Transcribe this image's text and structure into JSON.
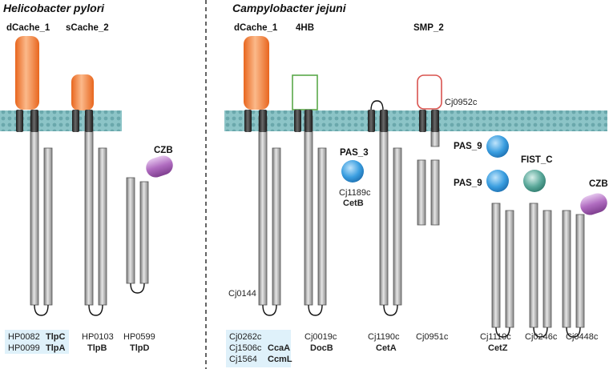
{
  "panels": {
    "left_title": "Helicobacter pylori",
    "right_title": "Campylobacter jejuni"
  },
  "domains": {
    "dcache1_left": "dCache_1",
    "scache2": "sCache_2",
    "czb_left": "CZB",
    "dcache1_right": "dCache_1",
    "fourhb": "4HB",
    "smp2": "SMP_2",
    "pas3": "PAS_3",
    "pas9_top": "PAS_9",
    "pas9_bottom": "PAS_9",
    "fistc": "FIST_C",
    "czb_right": "CZB"
  },
  "inline_labels": {
    "cj0952c": "Cj0952c",
    "cj1189c": "Cj1189c",
    "cetb": "CetB",
    "cj0144": "Cj0144"
  },
  "gene_labels": {
    "hp0082": "HP0082",
    "tlpc": "TlpC",
    "hp0099": "HP0099",
    "tlpa": "TlpA",
    "hp0103": "HP0103",
    "tlpb": "TlpB",
    "hp0599": "HP0599",
    "tlpd": "TlpD",
    "cj0262c": "Cj0262c",
    "cj1506c": "Cj1506c",
    "ccaa": "CcaA",
    "cj1564": "Cj1564",
    "ccml": "CcmL",
    "cj0019c": "Cj0019c",
    "docb": "DocB",
    "cj1190c": "Cj1190c",
    "ceta": "CetA",
    "cj0951c": "Cj0951c",
    "cj1110c": "Cj1110c",
    "cetz": "CetZ",
    "cj0246c": "Cj0246c",
    "cj0448c": "Cj0448c"
  },
  "colors": {
    "membrane": "#7fbcc0",
    "cache": "#f08a3c",
    "fourhb": "#5aa84a",
    "smp": "#d9534f",
    "pas": "#3a9ee0",
    "fist": "#5aa89a",
    "czb": "#b06cc0",
    "highlight": "#dff1fa"
  }
}
